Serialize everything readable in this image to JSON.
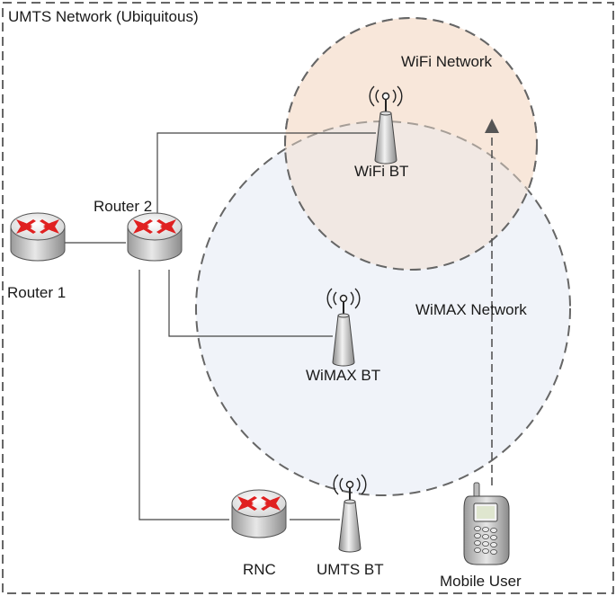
{
  "title": "UMTS Network (Ubiquitous)",
  "networks": {
    "wifi": "WiFi Network",
    "wimax": "WiMAX Network"
  },
  "nodes": {
    "router1": "Router 1",
    "router2": "Router 2",
    "rnc": "RNC",
    "wifi_bt": "WiFi BT",
    "wimax_bt": "WiMAX BT",
    "umts_bt": "UMTS BT",
    "mobile_user": "Mobile User"
  },
  "colors": {
    "wifi_fill": "#fbe9dc",
    "wimax_fill": "#e9eef6",
    "router_arrow": "#e02020",
    "link": "#444444"
  }
}
